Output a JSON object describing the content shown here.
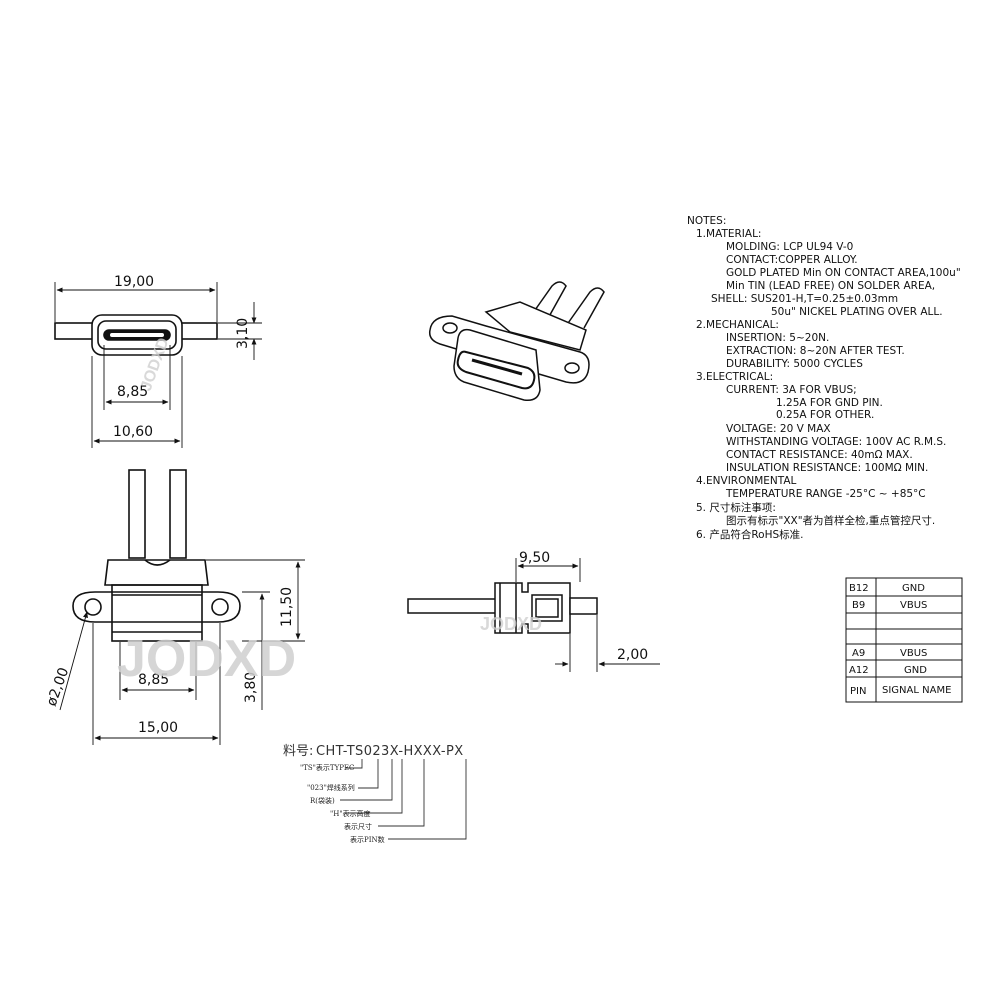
{
  "dimensions": {
    "front_width_total": "19,00",
    "front_slot_width": "8,85",
    "front_body_width": "10,60",
    "front_height": "3,10",
    "bottom_body_width": "8,85",
    "bottom_flange_width": "15,00",
    "bottom_height": "11,50",
    "bottom_offset": "3,80",
    "hole_diameter": "ø2,00",
    "side_length": "9,50",
    "side_thickness": "2,00"
  },
  "watermark": "JODXD",
  "notes": {
    "title": "NOTES:",
    "lines": [
      "1.MATERIAL:",
      "MOLDING: LCP UL94 V-0",
      "CONTACT:COPPER ALLOY.",
      "GOLD PLATED Min ON CONTACT AREA,100u\"",
      "Min TIN (LEAD FREE) ON SOLDER AREA,",
      "SHELL: SUS201-H,T=0.25±0.03mm",
      "50u\" NICKEL PLATING OVER ALL.",
      "2.MECHANICAL:",
      "INSERTION: 5~20N.",
      "EXTRACTION: 8~20N AFTER TEST.",
      "DURABILITY: 5000 CYCLES",
      "3.ELECTRICAL:",
      "CURRENT: 3A FOR VBUS;",
      "1.25A FOR GND PIN.",
      "0.25A FOR OTHER.",
      "VOLTAGE: 20 V MAX",
      "WITHSTANDING VOLTAGE: 100V AC R.M.S.",
      "CONTACT RESISTANCE: 40mΩ MAX.",
      "INSULATION RESISTANCE: 100MΩ MIN.",
      "4.ENVIRONMENTAL",
      "TEMPERATURE RANGE -25°C ~ +85°C",
      "5. 尺寸标注事项:",
      "图示有标示\"XX\"者为首样全检,重点管控尺寸.",
      "6. 产品符合RoHS标准."
    ]
  },
  "part_number": {
    "prefix": "料号:",
    "code": "CHT-TS023X-HXXX-PX",
    "legend": [
      "\"TS\"表示TYPEC",
      "\"023\"焊线系列",
      "R(袋装)",
      "\"H\"表示高度",
      "表示尺寸",
      "表示PIN数"
    ]
  },
  "pin_table": {
    "rows": [
      {
        "pin": "B12",
        "signal": "GND"
      },
      {
        "pin": "B9",
        "signal": "VBUS"
      },
      {
        "pin": "",
        "signal": ""
      },
      {
        "pin": "",
        "signal": ""
      },
      {
        "pin": "A9",
        "signal": "VBUS"
      },
      {
        "pin": "A12",
        "signal": "GND"
      },
      {
        "pin": "PIN",
        "signal": "SIGNAL NAME"
      }
    ]
  }
}
